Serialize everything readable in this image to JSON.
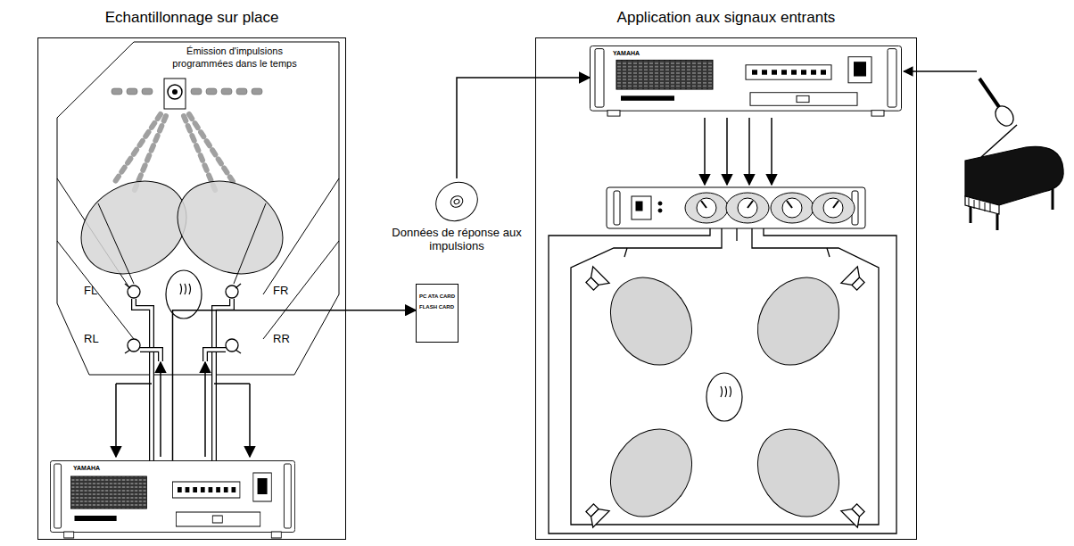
{
  "diagram": {
    "nodes": [
      {
        "text": [
          "Echantillonnage sur place"
        ]
      },
      {
        "text": [
          "Application aux signaux entrants"
        ]
      },
      {
        "text": [
          "YAMAHA"
        ],
        "in": 0
      },
      {
        "text": [
          "YAMAHA"
        ],
        "in": 1
      },
      {
        "text": [
          "Données de réponse aux impulsions"
        ]
      },
      {
        "text": [
          "PC ATA CARD",
          "FLASH CARD"
        ]
      }
    ],
    "edges": [
      {
        "from": 2,
        "to": 5,
        "arrow": "to"
      },
      {
        "from": 4,
        "to": 3,
        "arrow": "to"
      }
    ],
    "labels": [
      "Émission d'impulsions programmées dans le temps",
      "FL",
      "FR",
      "RL",
      "RR"
    ]
  }
}
